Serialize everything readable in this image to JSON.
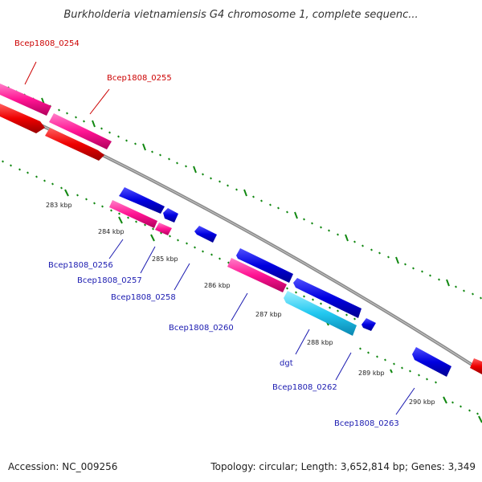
{
  "title": "Burkholderia vietnamiensis G4 chromosome 1, complete sequenc...",
  "footer": {
    "accession": "Accession: NC_009256",
    "summary": "Topology: circular; Length: 3,652,814 bp; Genes: 3,349"
  },
  "colors": {
    "forward_cds": "#ff1493",
    "forward_other": "#ee0000",
    "reverse_cds": "#0000e0",
    "reverse_highlight": "#22c8f0",
    "backbone": "#8a8a8a",
    "tick": "#118811"
  },
  "kbp_ticks": [
    "283 kbp",
    "284 kbp",
    "285 kbp",
    "286 kbp",
    "287 kbp",
    "288 kbp",
    "289 kbp",
    "290 kbp"
  ],
  "gene_labels": [
    "Bcep1808_0254",
    "Bcep1808_0255",
    "Bcep1808_0256",
    "Bcep1808_0257",
    "Bcep1808_0258",
    "Bcep1808_0260",
    "dgt",
    "Bcep1808_0262",
    "Bcep1808_0263"
  ]
}
